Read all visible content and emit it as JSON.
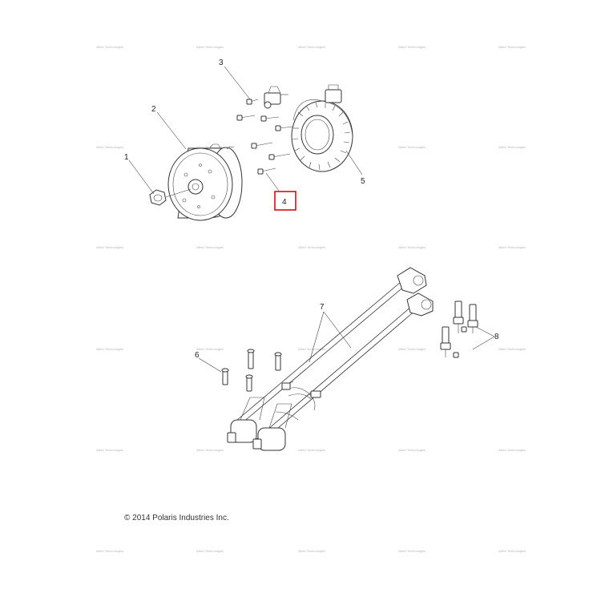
{
  "callouts": {
    "c1": "1",
    "c2": "2",
    "c3": "3",
    "c4": "4",
    "c5": "5",
    "c6": "6",
    "c7": "7",
    "c8": "8"
  },
  "highlight_color": "#cc0000",
  "watermark": "Allied Technologies",
  "copyright": "© 2014 Polaris Industries Inc."
}
